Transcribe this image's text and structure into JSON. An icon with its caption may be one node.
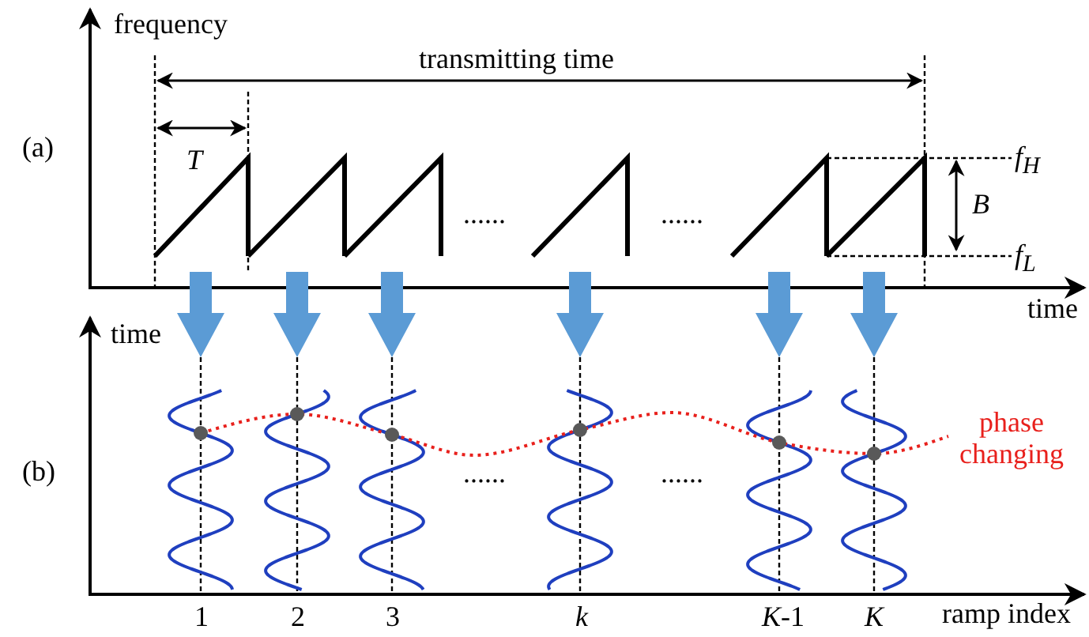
{
  "diagram": {
    "labels": [
      "frequency",
      "transmitting time",
      "(a)",
      "T",
      "......",
      "......",
      "f$_{H}$",
      "B",
      "f$_{L}$",
      "time",
      "time",
      "phase changing",
      "(b)",
      "......",
      "......",
      "1",
      "2",
      "3",
      "k",
      "*K*-1",
      "K",
      "ramp index"
    ]
  }
}
